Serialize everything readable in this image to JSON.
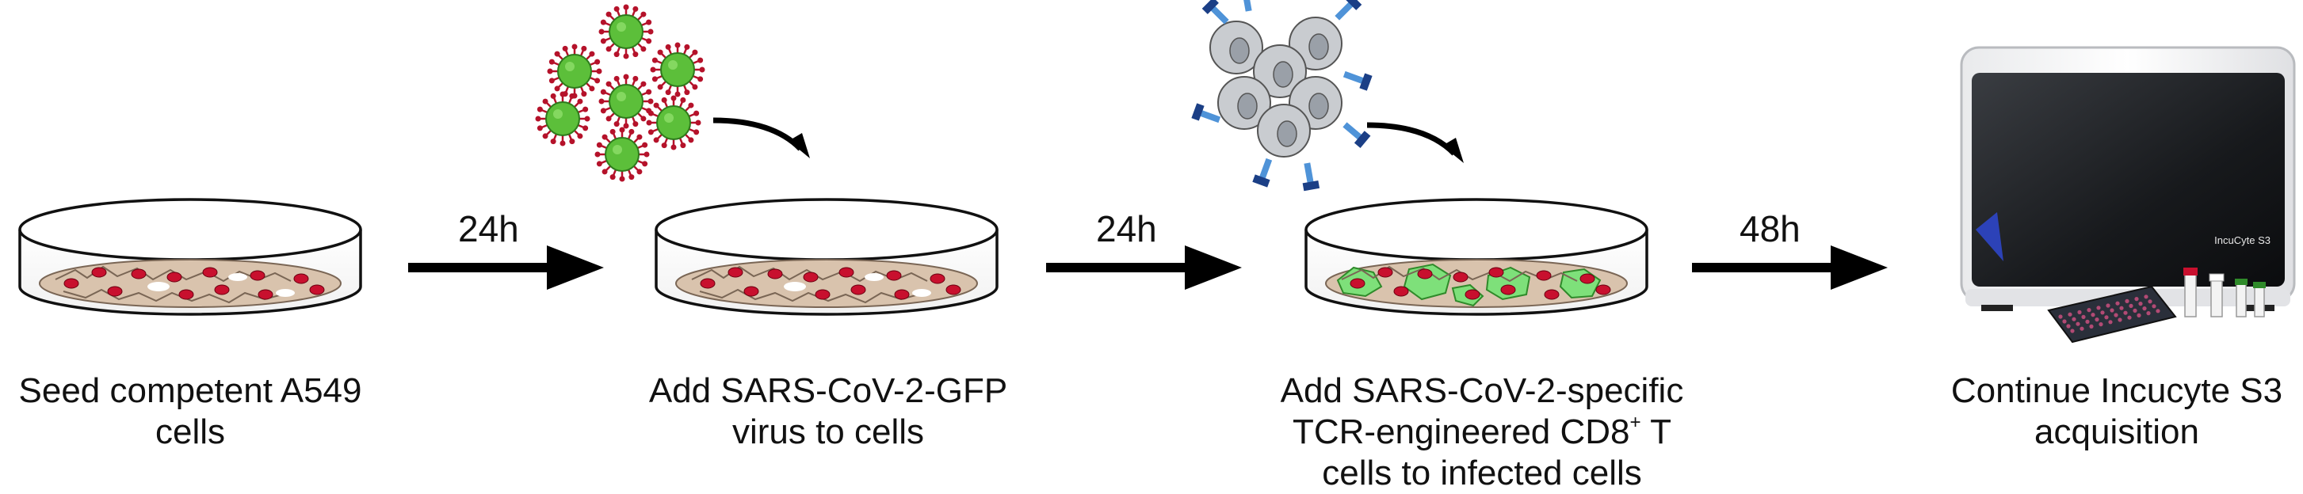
{
  "steps": [
    {
      "caption_line1": "Seed competent A549",
      "caption_line2": "cells"
    },
    {
      "caption_line1": "Add SARS-CoV-2-GFP",
      "caption_line2": "virus to cells"
    },
    {
      "caption_line1": "Add SARS-CoV-2-specific",
      "caption_line2_pre": "TCR-engineered CD8",
      "caption_line2_sup": "+",
      "caption_line2_post": " T",
      "caption_line3": "cells to infected cells"
    },
    {
      "caption_line1": "Continue Incucyte S3",
      "caption_line2": "acquisition"
    }
  ],
  "intervals": [
    "24h",
    "24h",
    "48h"
  ],
  "instrument_label": "IncuCyte S3",
  "colors": {
    "cell": "#d9c3ad",
    "nucleus": "#c8102e",
    "gfp": "#7ee07a",
    "virus": "#5cbf3a",
    "spike": "#b5122a",
    "tcell": "#c9ccd0",
    "tcr_light": "#4f93d8",
    "tcr_dark": "#1b3f86"
  }
}
